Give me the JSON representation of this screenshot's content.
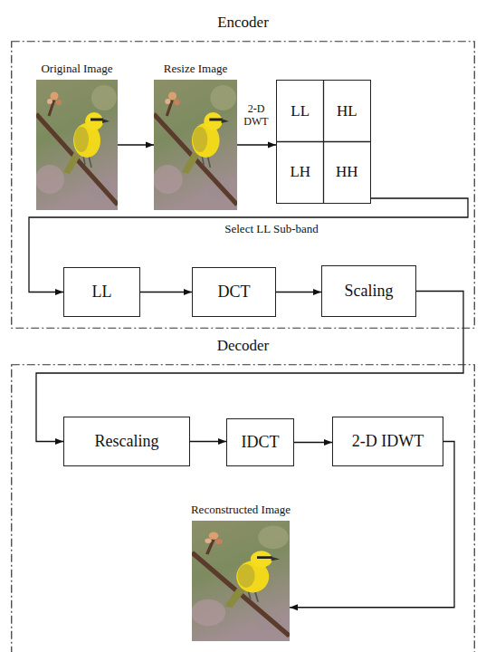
{
  "diagram": {
    "nodes": [
      {
        "text": [
          "Encoder"
        ]
      },
      {
        "text": [
          "Original Image"
        ],
        "in": 0
      },
      {
        "text": [
          "Resize Image"
        ],
        "in": 0
      },
      {
        "text": [
          "LL",
          "HL",
          "LH",
          "HH"
        ],
        "in": 0
      },
      {
        "text": [
          "LL"
        ],
        "in": 0
      },
      {
        "text": [
          "DCT"
        ],
        "in": 0
      },
      {
        "text": [
          "Scaling"
        ],
        "in": 0
      },
      {
        "text": [
          "Decoder"
        ]
      },
      {
        "text": [
          "Rescaling"
        ],
        "in": 7
      },
      {
        "text": [
          "IDCT"
        ],
        "in": 7
      },
      {
        "text": [
          "2-D IDWT"
        ],
        "in": 7
      },
      {
        "text": [
          "Reconstructed Image"
        ],
        "in": 7
      }
    ],
    "edges": [
      {
        "from": 1,
        "to": 2,
        "arrow": "to"
      },
      {
        "from": 2,
        "to": 3,
        "arrow": "to",
        "label": "2-D DWT"
      },
      {
        "from": 3,
        "to": 4,
        "arrow": "to",
        "label": "Select LL Sub-band"
      },
      {
        "from": 4,
        "to": 5,
        "arrow": "to"
      },
      {
        "from": 5,
        "to": 6,
        "arrow": "to"
      },
      {
        "from": 6,
        "to": 8,
        "arrow": "to"
      },
      {
        "from": 8,
        "to": 9,
        "arrow": "to"
      },
      {
        "from": 9,
        "to": 10,
        "arrow": "to"
      },
      {
        "from": 10,
        "to": 11,
        "arrow": "to"
      }
    ]
  }
}
